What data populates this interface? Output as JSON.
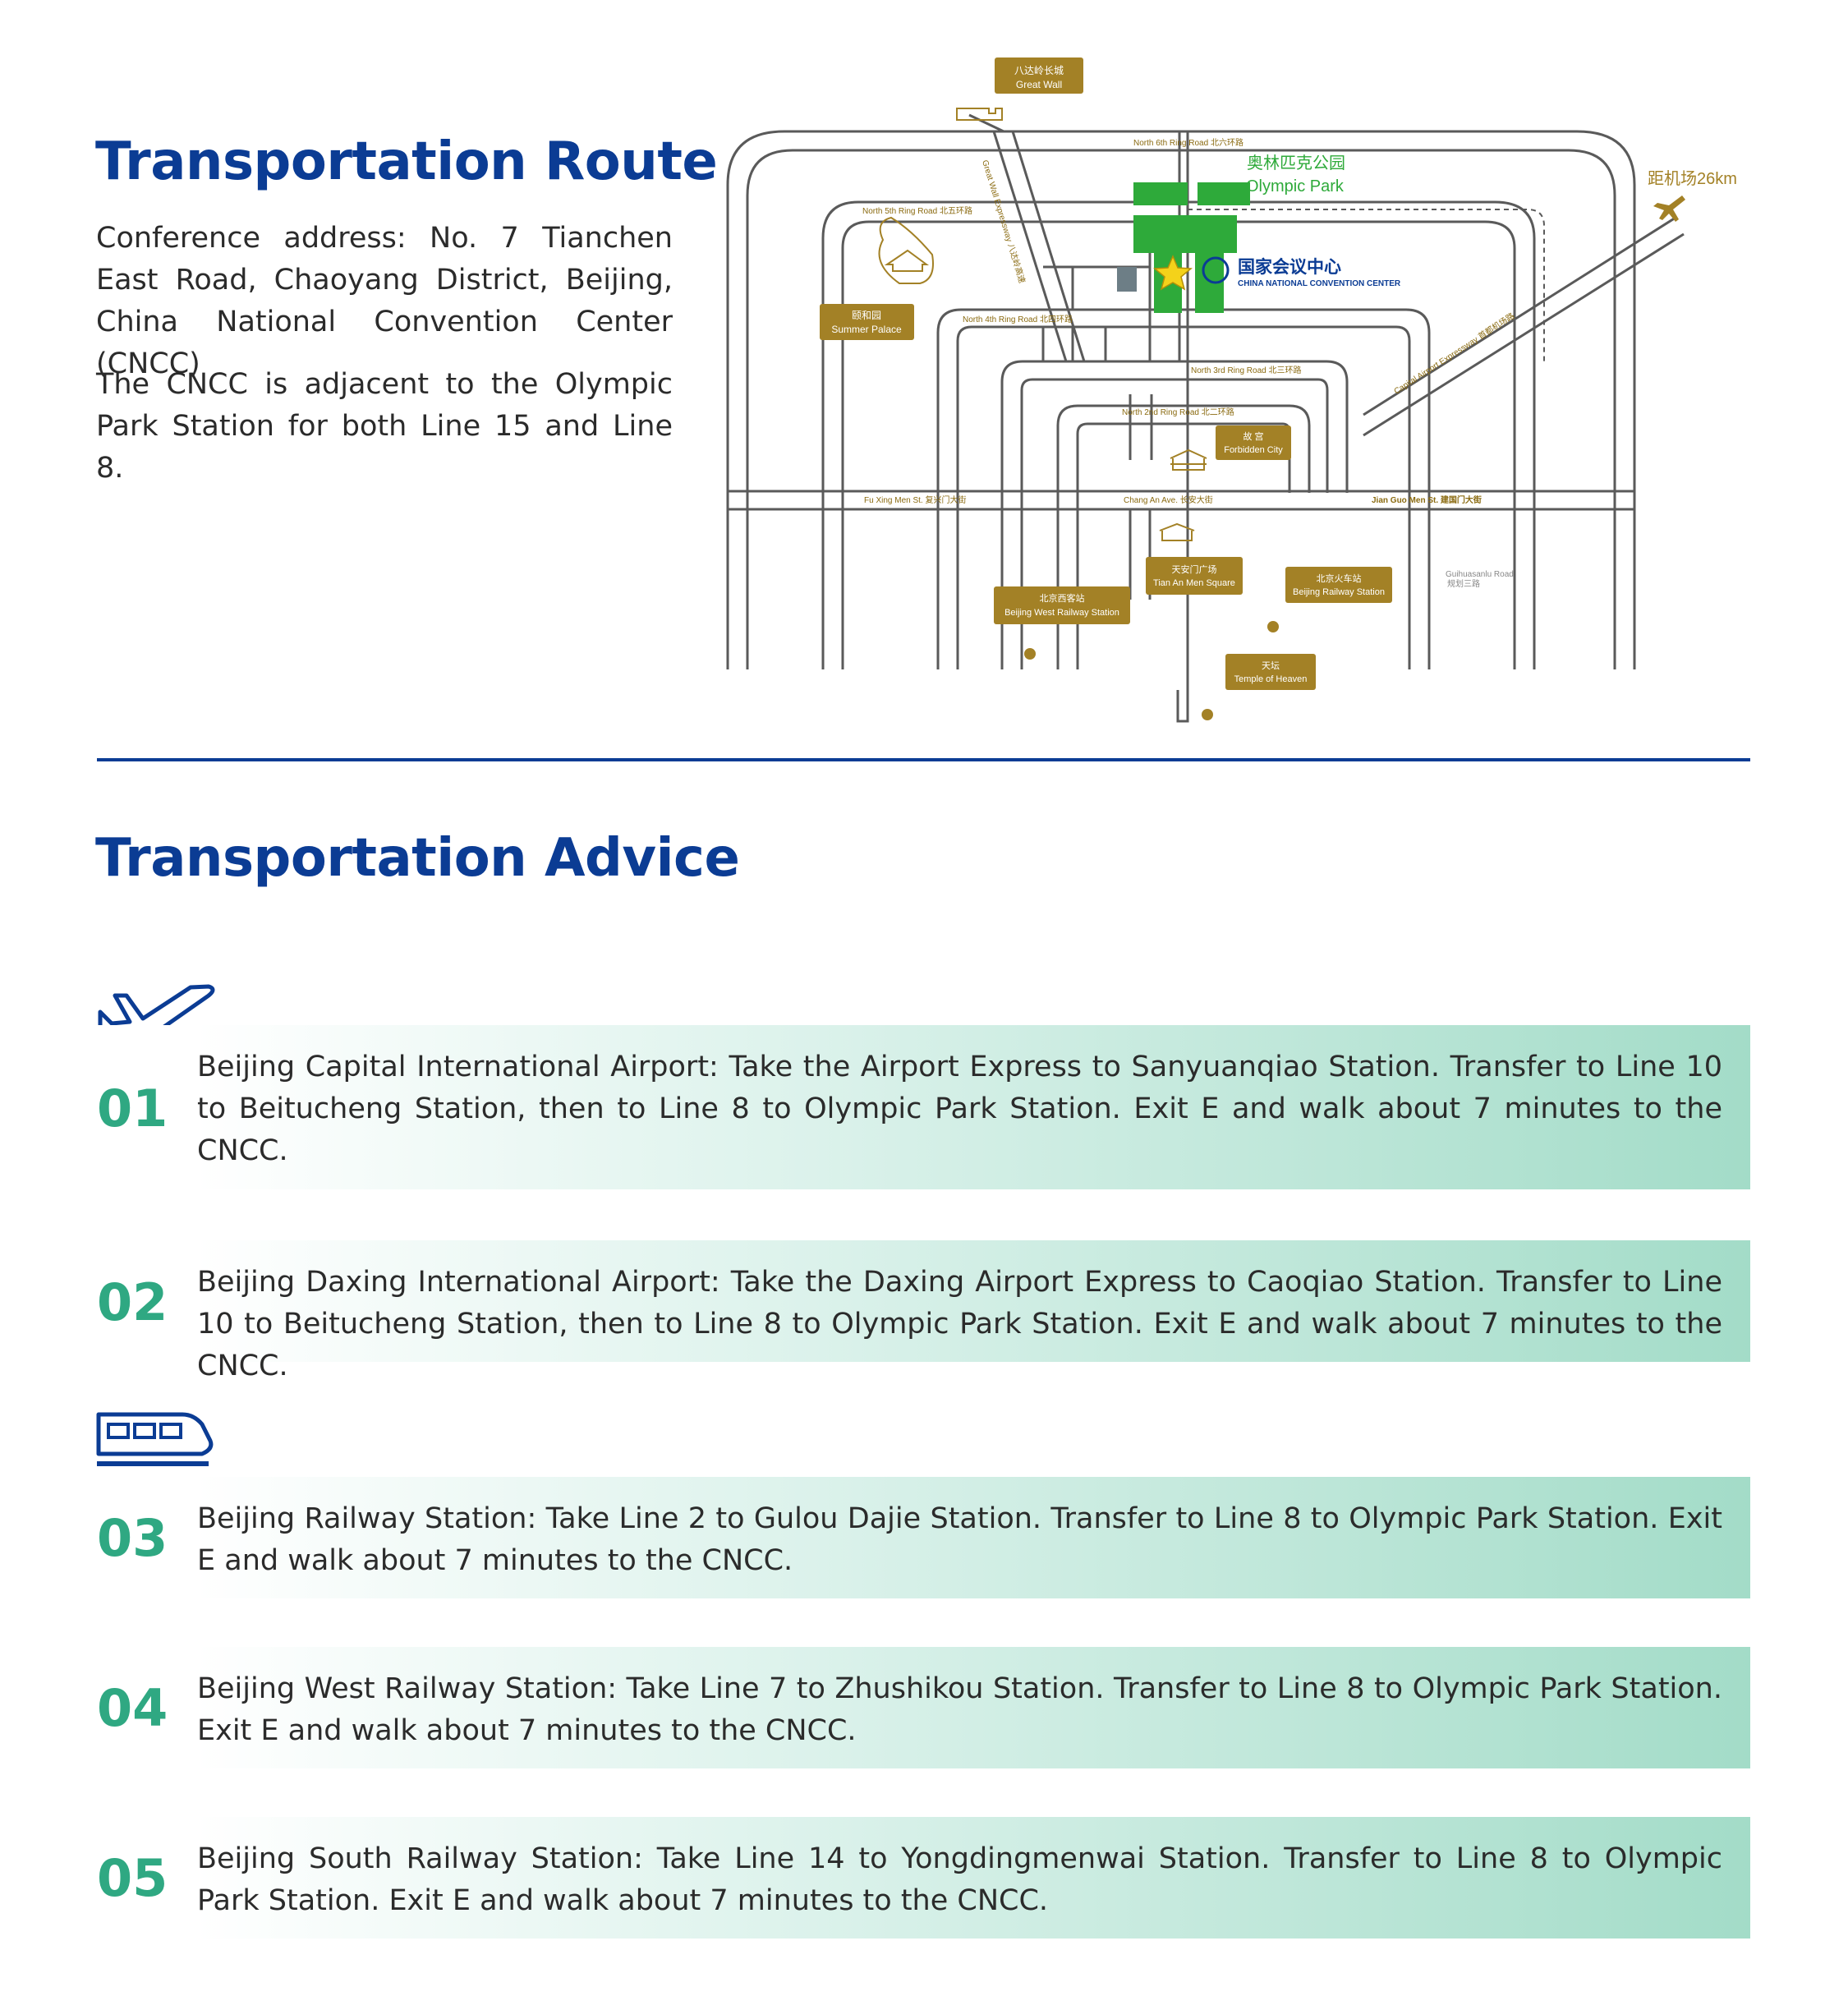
{
  "route": {
    "title": "Transportation Route",
    "paragraph1": "Conference address: No. 7 Tianchen East Road, Chaoyang District, Beijing, China National Convention Center (CNCC)",
    "paragraph2": "The CNCC is adjacent to the Olympic Park Station for both Line 15 and Line 8."
  },
  "map": {
    "roads": {
      "north6": "North 6th Ring Road 北六环路",
      "north5": "North 5th Ring Road 北五环路",
      "north4": "North 4th Ring Road 北四环路",
      "north3": "North 3rd Ring Road 北三环路",
      "north2": "North 2nd Ring Road 北二环路",
      "fuxingmen": "Fu Xing Men St. 复兴门大街",
      "changan": "Chang An Ave. 长安大街",
      "jianguomen": "Jian Guo Men St. 建国门大街",
      "greatwall_expwy": "Great Wall Expressway 八达岭高速",
      "airport_expwy": "Capital Airport Expressway 首都机场路",
      "guihuasanlu_en": "Guihuasanlu Road",
      "guihuasanlu_cn": "规划三路"
    },
    "olympic_park_cn": "奥林匹克公园",
    "olympic_park_en": "Olympic Park",
    "cncc_cn": "国家会议中心",
    "cncc_en": "CHINA NATIONAL CONVENTION CENTER",
    "airport_distance": "距机场26km",
    "landmarks": {
      "great_wall_cn": "八达岭长城",
      "great_wall_en": "Great Wall",
      "summer_palace_cn": "颐和园",
      "summer_palace_en": "Summer Palace",
      "forbidden_city_cn": "故 宫",
      "forbidden_city_en": "Forbidden City",
      "tiananmen_cn": "天安门广场",
      "tiananmen_en": "Tian An Men Square",
      "bj_railway_cn": "北京火车站",
      "bj_railway_en": "Beijing Railway Station",
      "bj_west_cn": "北京西客站",
      "bj_west_en": "Beijing West Railway Station",
      "temple_cn": "天坛",
      "temple_en": "Temple of Heaven"
    },
    "colors": {
      "road": "#5a5a5a",
      "gold": "#a38126",
      "green": "#2eaa3a",
      "blue": "#0b3c94"
    }
  },
  "advice": {
    "title": "Transportation Advice",
    "icons": {
      "airport": "airplane-icon",
      "rail": "train-icon"
    },
    "items": [
      {
        "num": "01",
        "text": "Beijing Capital International Airport: Take the Airport Express to Sanyuanqiao Station. Transfer to Line 10 to Beitucheng Station, then to Line 8 to Olympic Park Station. Exit E and walk about 7 minutes to the CNCC."
      },
      {
        "num": "02",
        "text": "Beijing Daxing International Airport: Take the Daxing Airport Express to Caoqiao Station. Transfer to Line 10 to Beitucheng Station, then to Line 8 to Olympic Park Station. Exit E and walk about 7 minutes to the CNCC."
      },
      {
        "num": "03",
        "text": "Beijing Railway Station: Take Line 2 to Gulou Dajie Station. Transfer to Line 8 to Olympic Park Station. Exit E and walk about 7 minutes to the CNCC."
      },
      {
        "num": "04",
        "text": "Beijing West Railway Station: Take Line 7 to Zhushikou Station. Transfer to Line 8 to Olympic Park Station. Exit E and walk about 7 minutes to the CNCC."
      },
      {
        "num": "05",
        "text": "Beijing South Railway Station: Take Line 14 to Yongdingmenwai Station. Transfer to Line 8 to Olympic Park Station. Exit E and walk about 7 minutes to the CNCC."
      }
    ]
  }
}
